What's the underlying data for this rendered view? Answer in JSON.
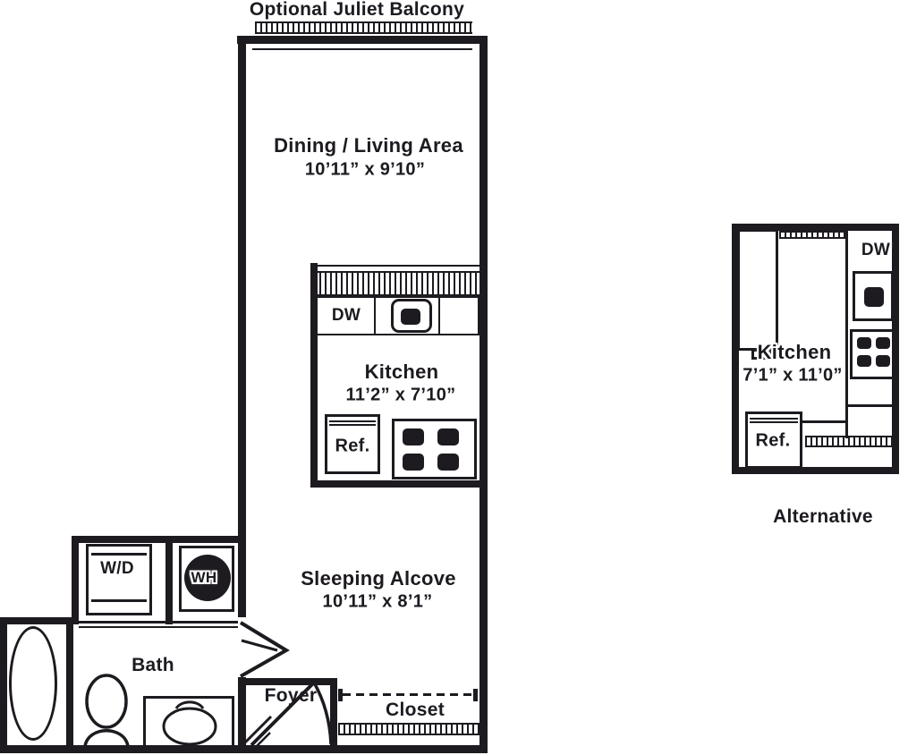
{
  "colors": {
    "ink": "#1d1a20",
    "background": "#ffffff"
  },
  "balcony": {
    "label": "Optional Juliet Balcony"
  },
  "main_unit": {
    "dining_living": {
      "name": "Dining / Living Area",
      "dims": "10’11” x 9’10”"
    },
    "kitchen": {
      "name": "Kitchen",
      "dims": "11’2” x 7’10”"
    },
    "sleeping_alcove": {
      "name": "Sleeping Alcove",
      "dims": "10’11” x 8’1”"
    },
    "bath": {
      "name": "Bath"
    },
    "foyer": {
      "name": "Foyer"
    },
    "closet": {
      "name": "Closet"
    },
    "labels": {
      "dishwasher": "DW",
      "refrigerator": "Ref.",
      "washer_dryer": "W/D",
      "water_heater": "WH"
    }
  },
  "alt_kitchen": {
    "name": "Kitchen",
    "dims": "7’1” x 11’0”",
    "labels": {
      "dishwasher": "DW",
      "refrigerator": "Ref."
    },
    "caption": "Alternative"
  }
}
